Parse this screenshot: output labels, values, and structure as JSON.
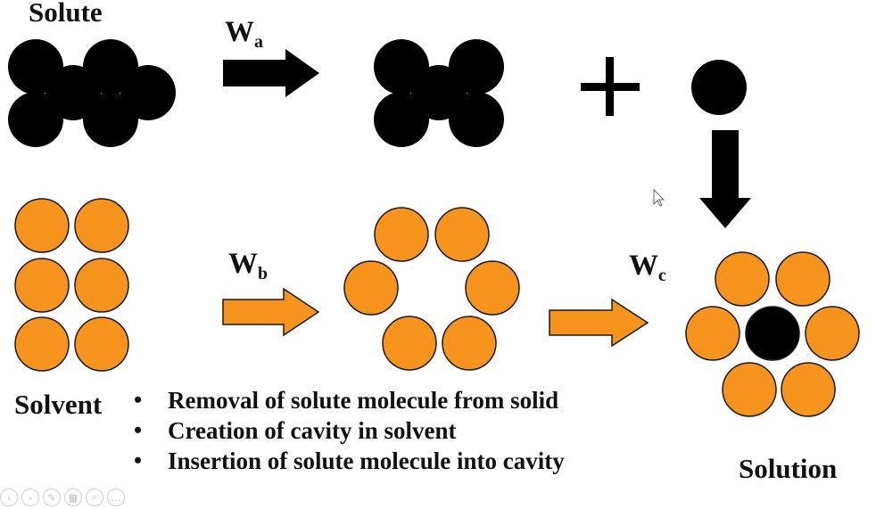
{
  "labels": {
    "solute": "Solute",
    "wa_main": "W",
    "wa_sub": "a",
    "wb_main": "W",
    "wb_sub": "b",
    "wc_main": "W",
    "wc_sub": "c",
    "solvent": "Solvent",
    "solution": "Solution",
    "plus": "+"
  },
  "bullets": [
    "Removal of solute molecule from solid",
    "Creation of cavity in solvent",
    "Insertion of solute molecule into cavity"
  ],
  "bullet_symbol": "•",
  "colors": {
    "solute": "#000000",
    "solvent": "#f7941d",
    "outline": "#1a1a1a",
    "arrow_black": "#000000",
    "arrow_orange": "#f7941d"
  },
  "toolbar_icons": [
    "prev-icon",
    "next-icon",
    "pen-icon",
    "slides-icon",
    "zoom-icon",
    "more-icon"
  ],
  "toolbar_glyphs": [
    "‹",
    "›",
    "✎",
    "▦",
    "⌕",
    "…"
  ]
}
